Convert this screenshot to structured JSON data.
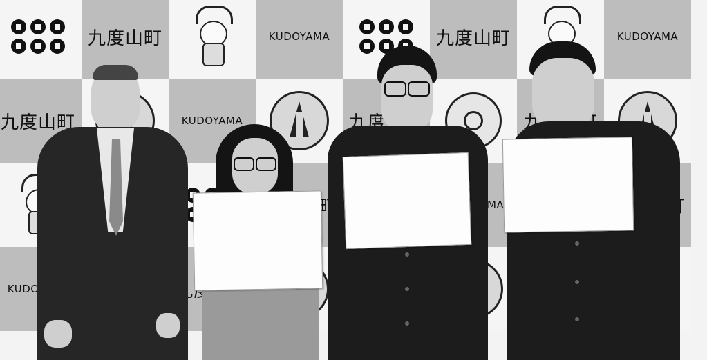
{
  "backdrop": {
    "town_name_jp": "九度山町",
    "town_name_en": "KUDOYAMA"
  },
  "people": [
    {
      "role": "elder-man-in-suit"
    },
    {
      "role": "girl-holding-certificate"
    },
    {
      "role": "boy-with-glasses-holding-certificate"
    },
    {
      "role": "boy-holding-certificate"
    }
  ]
}
